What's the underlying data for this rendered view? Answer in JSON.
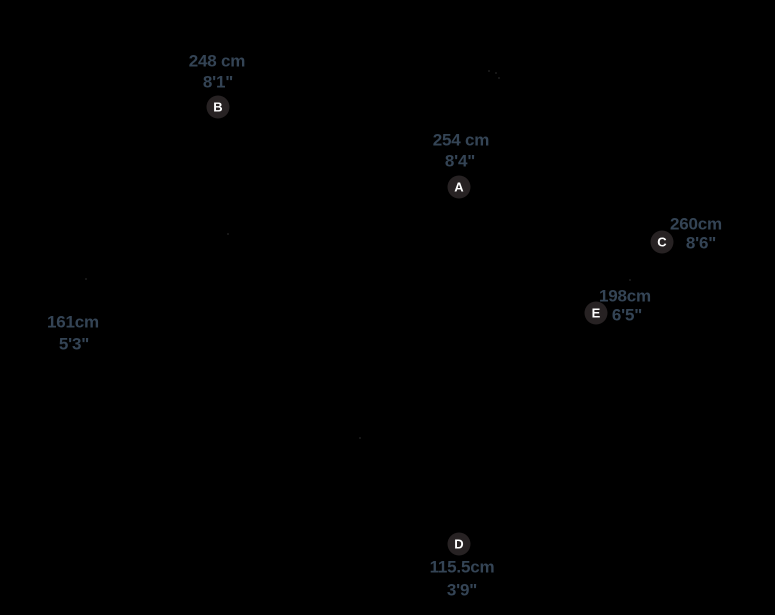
{
  "scene": {
    "background_color": "#000000",
    "label_color": "#344455",
    "badge_background": "#272223",
    "badge_text_color": "#ffffff"
  },
  "measurements": [
    {
      "badge": "B",
      "cm": "248 cm",
      "ft_in": "8'1\""
    },
    {
      "badge": "A",
      "cm": "254 cm",
      "ft_in": "8'4\""
    },
    {
      "badge": "C",
      "cm": "260cm",
      "ft_in": "8'6\""
    },
    {
      "badge": "E",
      "cm": "198cm",
      "ft_in": "6'5\""
    },
    {
      "badge": "",
      "cm": "161cm",
      "ft_in": "5'3\""
    },
    {
      "badge": "D",
      "cm": "115.5cm",
      "ft_in": "3'9\""
    }
  ]
}
